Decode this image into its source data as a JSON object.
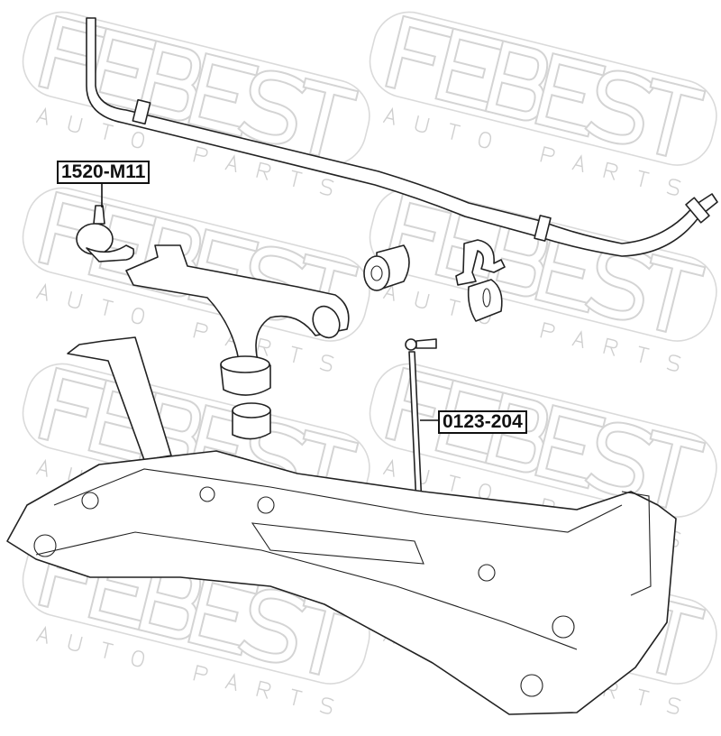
{
  "watermark": {
    "brand": "FEBEST",
    "subtitle": "AUTO PARTS"
  },
  "part_labels": [
    {
      "id": "ball-joint",
      "number": "1520-M11"
    },
    {
      "id": "stabilizer-link",
      "number": "0123-204"
    }
  ]
}
